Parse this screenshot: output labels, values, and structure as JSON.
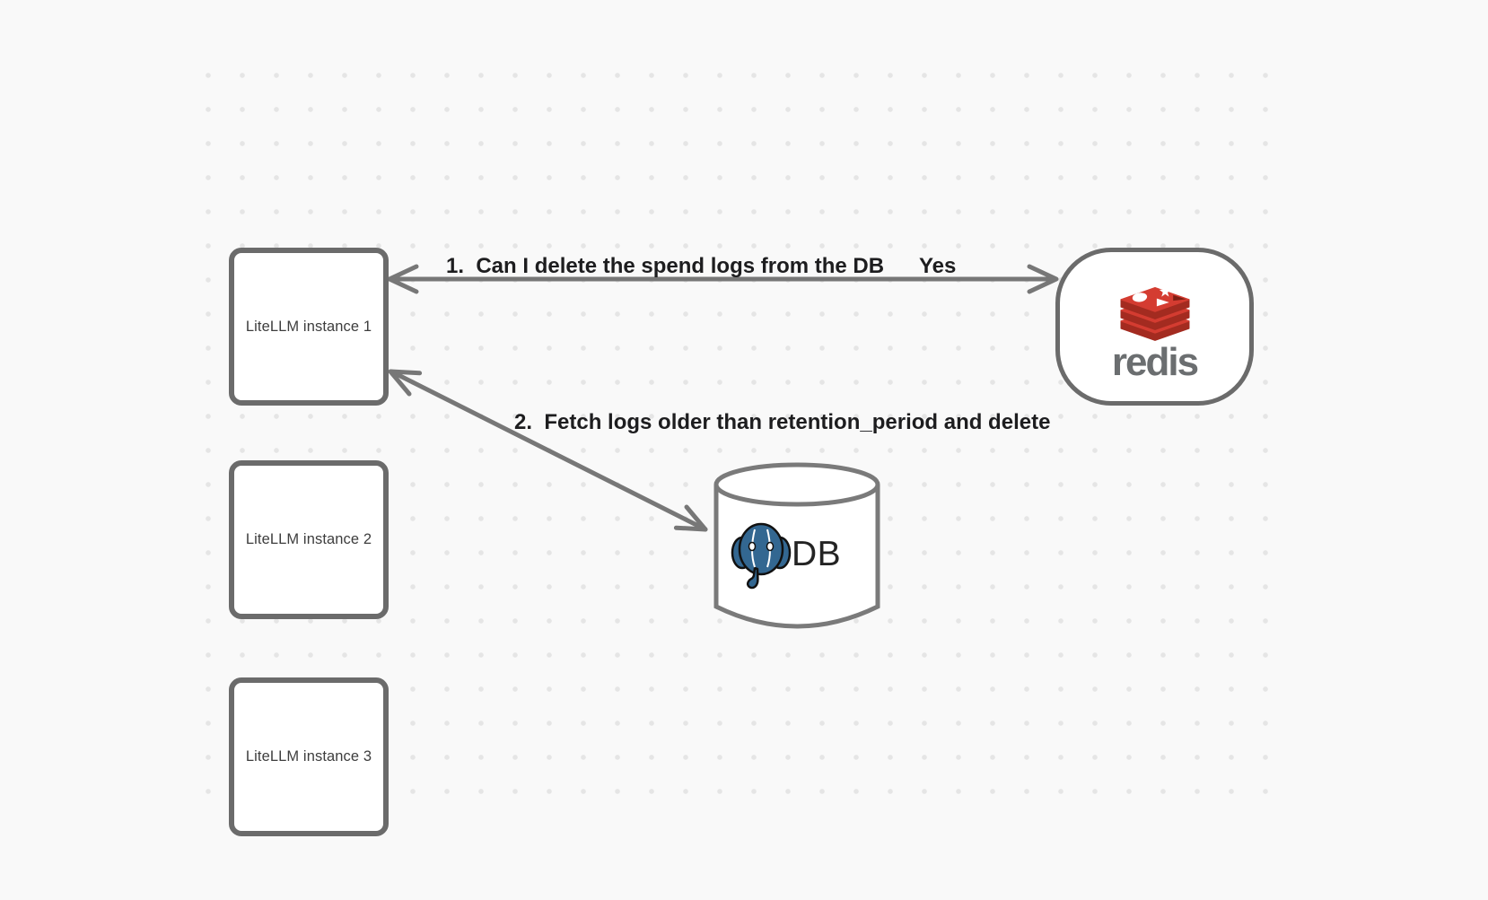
{
  "diagram": {
    "background_color": "#f9f9f9",
    "dot_color": "#e5e5e5",
    "stroke_color": "#757575"
  },
  "instances": [
    {
      "label": "LiteLLM instance 1"
    },
    {
      "label": "LiteLLM instance 2"
    },
    {
      "label": "LiteLLM instance 3"
    }
  ],
  "redis": {
    "wordmark": "redis",
    "icon": "redis-logo-icon",
    "brand_red": "#d43c31",
    "brand_red_dark": "#a32b20",
    "wordmark_color": "#6b6e70"
  },
  "database": {
    "label": "DB",
    "icon": "postgresql-elephant-icon",
    "postgres_blue": "#336791"
  },
  "annotations": {
    "step1": "1.  Can I delete the spend logs from the DB",
    "step1_response": "Yes",
    "step2": "2.  Fetch logs older than retention_period and delete"
  }
}
